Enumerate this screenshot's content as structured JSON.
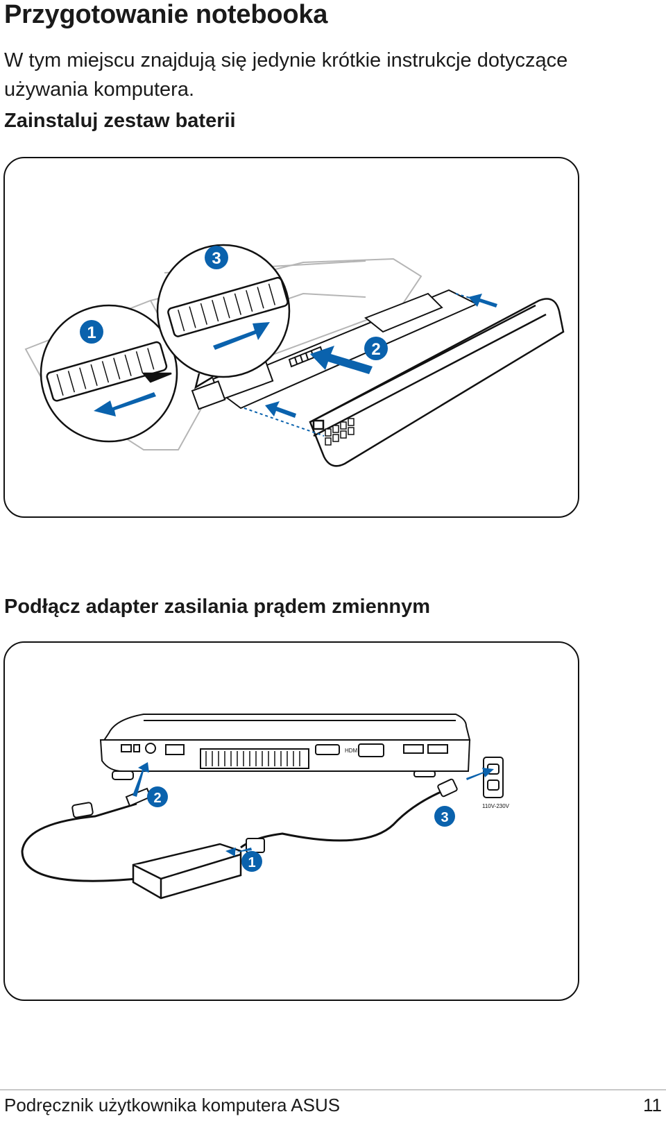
{
  "page": {
    "title": "Przygotowanie notebooka",
    "intro": "W tym miejscu znajdują się jedynie krótkie instrukcje dotyczące używania komputera."
  },
  "sections": [
    {
      "heading": "Zainstaluj zestaw baterii"
    },
    {
      "heading": "Podłącz adapter zasilania prądem zmiennym"
    }
  ],
  "battery_figure": {
    "step_labels": [
      "1",
      "2",
      "3"
    ]
  },
  "adapter_figure": {
    "step_labels": [
      "1",
      "2",
      "3"
    ],
    "port_labels": {
      "hdmi": "HDMI",
      "voltage": "110V-230V"
    }
  },
  "footer": {
    "text": "Podręcznik użytkownika komputera ASUS",
    "page_number": "11"
  },
  "colors": {
    "accent_blue": "#0a62ad",
    "line": "#111111",
    "faded": "#b5b5b5"
  }
}
